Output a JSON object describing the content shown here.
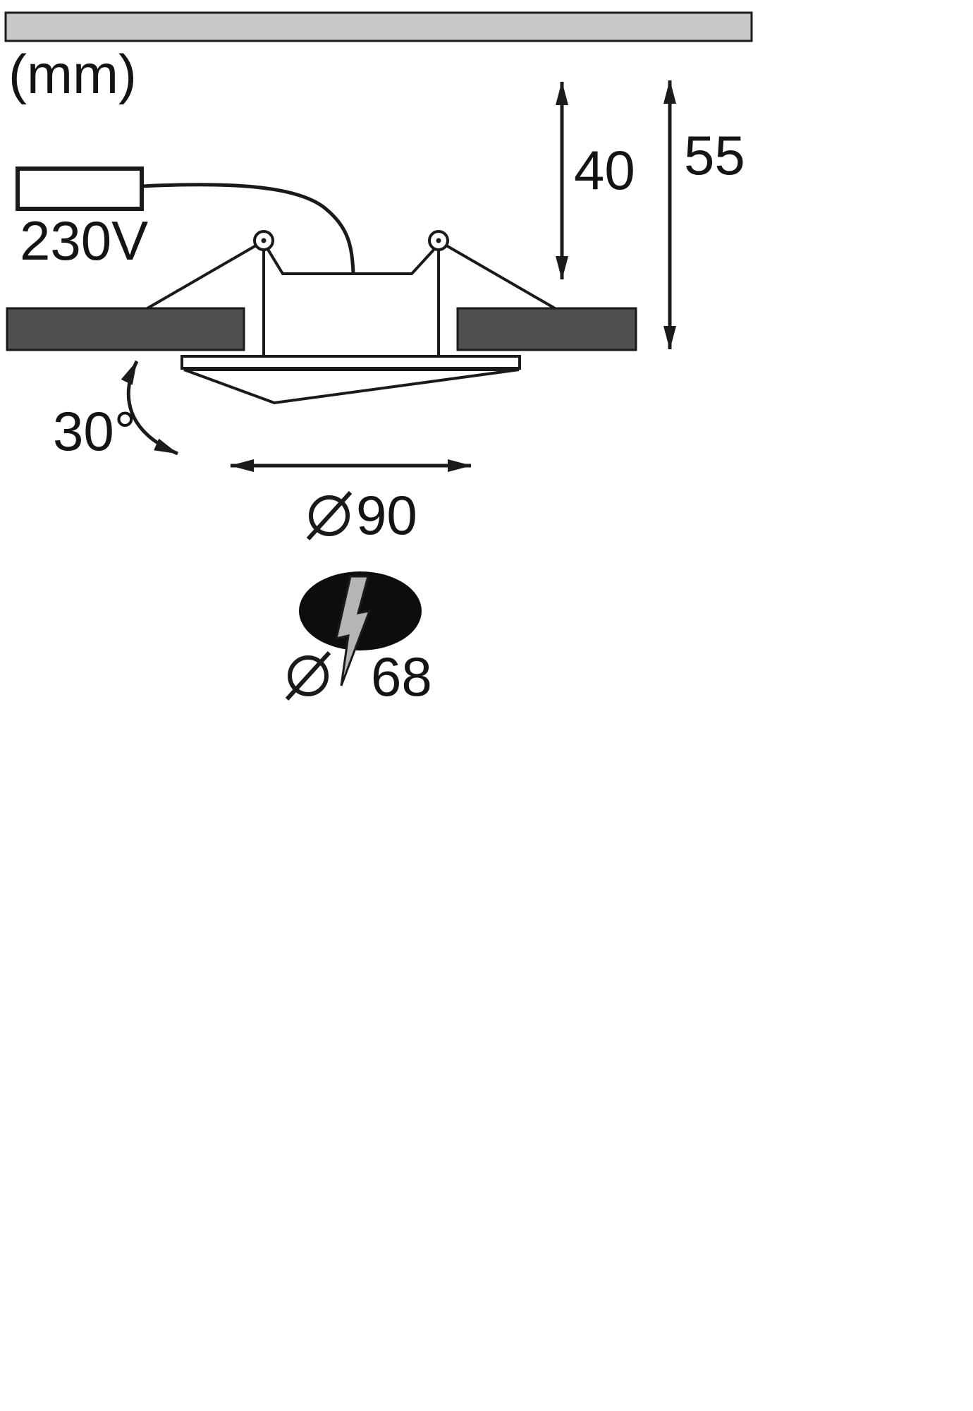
{
  "diagram": {
    "title": "recessed-spotlight-dimension-drawing",
    "labels": {
      "unit": "(mm)",
      "voltage": "230V",
      "depth": "40",
      "total_height": "55",
      "tilt_angle": "30°",
      "diameter_symbol": "⌀",
      "diameter_value": "90",
      "cutout_value": "68"
    },
    "colors": {
      "ceiling_panel": "#c8c8c8",
      "ceiling_block": "#4f4f4f",
      "line": "#1a1a1a",
      "cutout_fill": "#0d0d0d",
      "bolt_fill": "#b5b5b5",
      "background": "#ffffff",
      "white": "#ffffff"
    }
  }
}
